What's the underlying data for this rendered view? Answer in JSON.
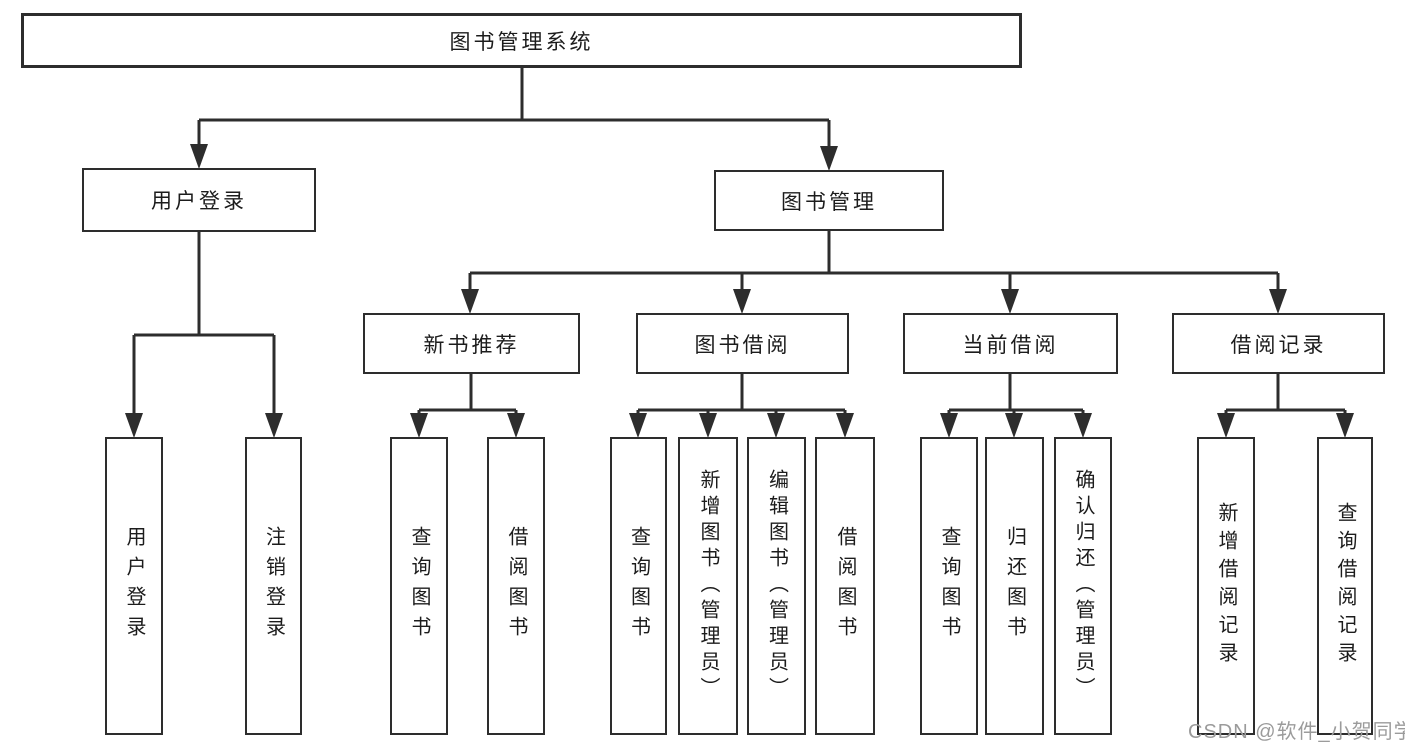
{
  "diagram_title": "图书管理系统",
  "colors": {
    "line": "#2d2d2d",
    "text": "#1c1c1c",
    "background": "#ffffff",
    "watermark": "#9b9b9b"
  },
  "nodes": {
    "root": "图书管理系统",
    "user_login": "用户登录",
    "book_mgmt": "图书管理",
    "new_book_rec": "新书推荐",
    "book_borrow": "图书借阅",
    "current_borrow": "当前借阅",
    "borrow_record": "借阅记录",
    "leaf_user_login": "用户登录",
    "leaf_logout": "注销登录",
    "leaf_rec_query_book": "查询图书",
    "leaf_rec_borrow_book": "借阅图书",
    "leaf_bb_query_book": "查询图书",
    "leaf_bb_add_book": "新增图书（管理员）",
    "leaf_bb_edit_book": "编辑图书（管理员）",
    "leaf_bb_borrow_book": "借阅图书",
    "leaf_cb_query_book": "查询图书",
    "leaf_cb_return_book": "归还图书",
    "leaf_cb_confirm_return": "确认归还（管理员）",
    "leaf_br_add_record": "新增借阅记录",
    "leaf_br_query_record": "查询借阅记录"
  },
  "hierarchy": {
    "root": "图书管理系统",
    "children": [
      {
        "label": "用户登录",
        "children": [
          "用户登录",
          "注销登录"
        ]
      },
      {
        "label": "图书管理",
        "children": [
          {
            "label": "新书推荐",
            "children": [
              "查询图书",
              "借阅图书"
            ]
          },
          {
            "label": "图书借阅",
            "children": [
              "查询图书",
              "新增图书（管理员）",
              "编辑图书（管理员）",
              "借阅图书"
            ]
          },
          {
            "label": "当前借阅",
            "children": [
              "查询图书",
              "归还图书",
              "确认归还（管理员）"
            ]
          },
          {
            "label": "借阅记录",
            "children": [
              "新增借阅记录",
              "查询借阅记录"
            ]
          }
        ]
      }
    ]
  },
  "watermark": {
    "text": "CSDN @软件_小贺同学"
  }
}
